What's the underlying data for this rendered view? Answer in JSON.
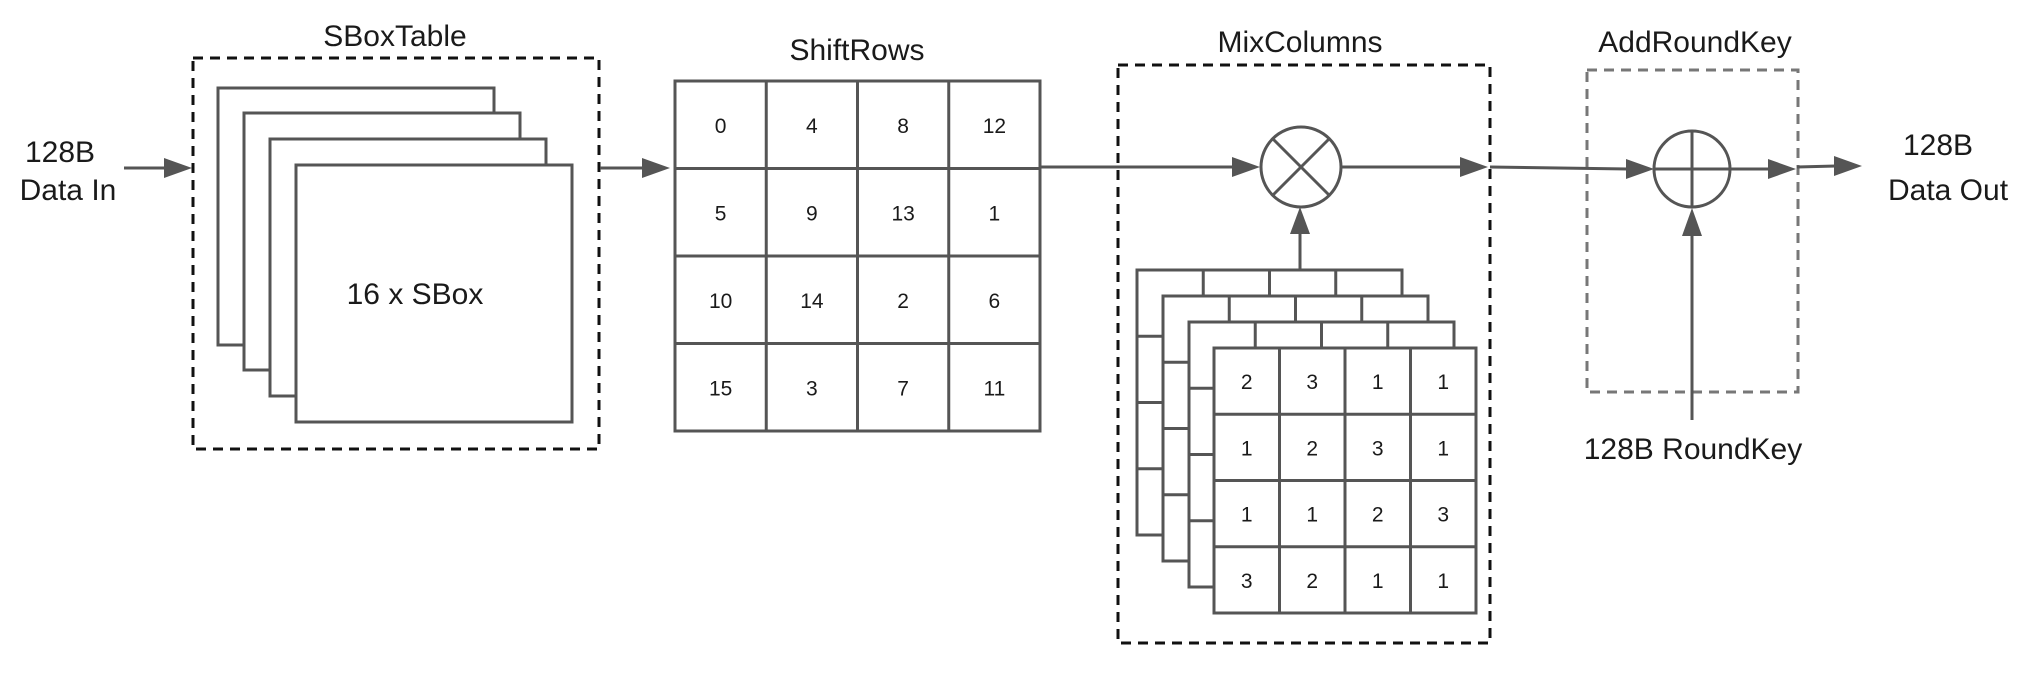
{
  "input": {
    "line1": "128B",
    "line2": "Data In"
  },
  "output": {
    "line1": "128B",
    "line2": "Data Out"
  },
  "sbox": {
    "title": "SBoxTable",
    "label": "16 x SBox"
  },
  "shiftrows": {
    "title": "ShiftRows",
    "grid": [
      [
        "0",
        "4",
        "8",
        "12"
      ],
      [
        "5",
        "9",
        "13",
        "1"
      ],
      [
        "10",
        "14",
        "2",
        "6"
      ],
      [
        "15",
        "3",
        "7",
        "11"
      ]
    ]
  },
  "mixcolumns": {
    "title": "MixColumns",
    "operator": "multiply",
    "grid": [
      [
        "2",
        "3",
        "1",
        "1"
      ],
      [
        "1",
        "2",
        "3",
        "1"
      ],
      [
        "1",
        "1",
        "2",
        "3"
      ],
      [
        "3",
        "2",
        "1",
        "1"
      ]
    ]
  },
  "addroundkey": {
    "title": "AddRoundKey",
    "operator": "xor",
    "key_label": "128B RoundKey"
  }
}
